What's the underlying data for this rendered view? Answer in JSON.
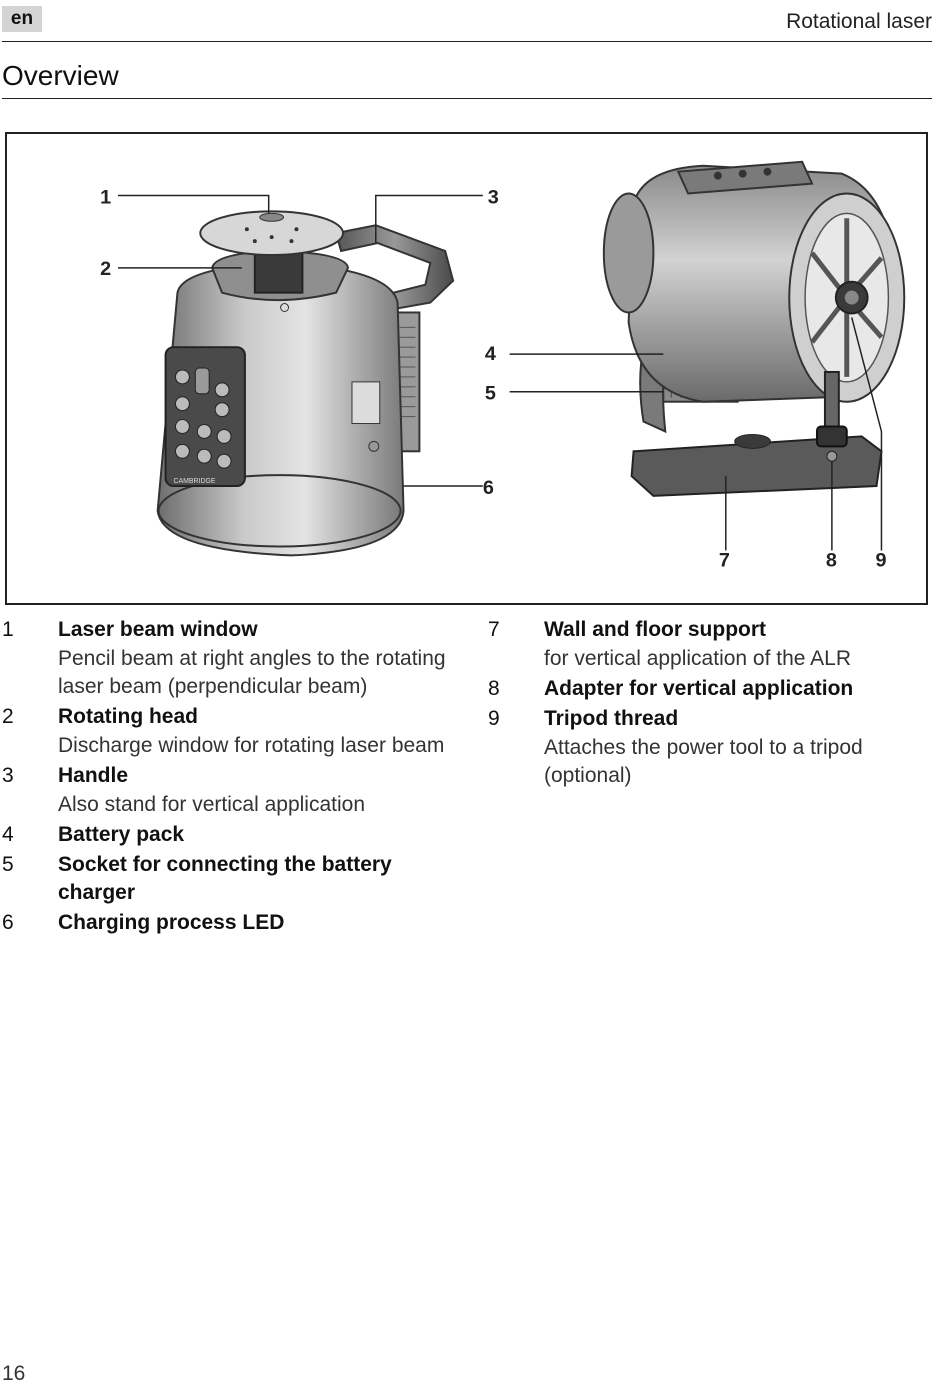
{
  "header": {
    "language_badge": "en",
    "title": "Rotational laser"
  },
  "section_title": "Overview",
  "figure": {
    "callouts": [
      "1",
      "2",
      "3",
      "4",
      "5",
      "6",
      "7",
      "8",
      "9"
    ],
    "device_label": "CAMBRIDGE"
  },
  "legend": {
    "left": [
      {
        "num": "1",
        "term": "Laser beam window",
        "desc": "Pencil beam at right angles to the rotating laser beam (perpendicular beam)"
      },
      {
        "num": "2",
        "term": "Rotating head",
        "desc": "Discharge window for rotating laser beam"
      },
      {
        "num": "3",
        "term": "Handle",
        "desc": "Also stand for vertical application"
      },
      {
        "num": "4",
        "term": "Battery pack",
        "desc": ""
      },
      {
        "num": "5",
        "term": "Socket for connecting the battery charger",
        "desc": ""
      },
      {
        "num": "6",
        "term": "Charging process LED",
        "desc": ""
      }
    ],
    "right": [
      {
        "num": "7",
        "term": "Wall and floor support",
        "desc": "for vertical application of the ALR"
      },
      {
        "num": "8",
        "term": "Adapter for vertical application",
        "desc": ""
      },
      {
        "num": "9",
        "term": "Tripod thread",
        "desc": "Attaches the power tool to a tripod (optional)"
      }
    ]
  },
  "page_number": "16"
}
